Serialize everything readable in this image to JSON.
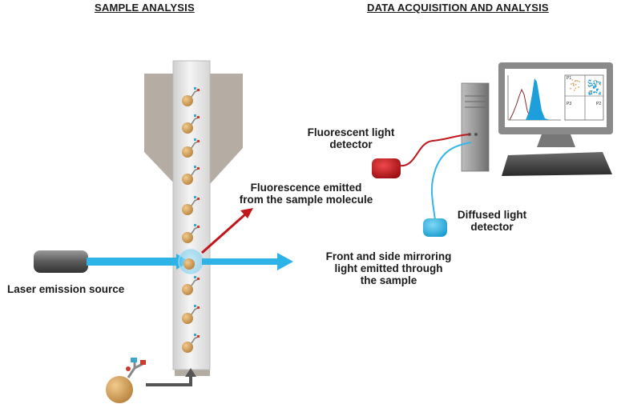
{
  "headings": {
    "left": "SAMPLE ANALYSIS",
    "right": "DATA ACQUISITION AND ANALYSIS"
  },
  "labels": {
    "laser": "Laser emission source",
    "fluorescence_emitted": [
      "Fluorescence emitted",
      "from the sample molecule"
    ],
    "front_side": [
      "Front and side mirroring",
      "light emitted through",
      "the sample"
    ],
    "fluorescent_detector": [
      "Fluorescent light",
      "detector"
    ],
    "diffused_detector": [
      "Diffused light",
      "detector"
    ]
  },
  "monitor_plot_labels": [
    "P1",
    "P3",
    "P2"
  ],
  "colors": {
    "laser_beam": "#2eb3e6",
    "fluorescence": "#c0161c",
    "fluorescent_detector": "#d41f23",
    "diffused_detector": "#35b7e8",
    "nozzle": "#b5aca4",
    "tube": "#e6e6e6",
    "cell": "#d8a664",
    "computer": "#8a8a8a"
  }
}
